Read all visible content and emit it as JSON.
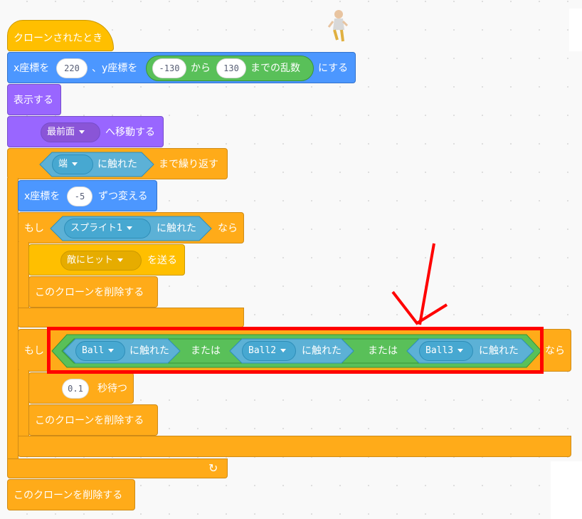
{
  "script": {
    "hat": {
      "label": "クローンされたとき"
    },
    "goto": {
      "pre": "x座標を",
      "x": "220",
      "mid": "、y座標を",
      "rand_from": "-130",
      "rand_mid": "から",
      "rand_to": "130",
      "rand_post": "までの乱数",
      "post": "にする"
    },
    "show": {
      "label": "表示する"
    },
    "layer": {
      "option": "最前面",
      "post": "へ移動する"
    },
    "repeat_until": {
      "option": "端",
      "touching": "に触れた",
      "post": "まで繰り返す"
    },
    "change_x": {
      "pre": "x座標を",
      "value": "-5",
      "post": "ずつ変える"
    },
    "if1": {
      "pre": "もし",
      "option": "スプライト1",
      "touching": "に触れた",
      "post": "なら"
    },
    "broadcast": {
      "option": "敵にヒット",
      "post": "を送る"
    },
    "delete1": {
      "label": "このクローンを削除する"
    },
    "if2": {
      "pre": "もし",
      "opt1": "Ball",
      "opt2": "Ball2",
      "opt3": "Ball3",
      "touching": "に触れた",
      "or": "または",
      "post": "なら"
    },
    "wait": {
      "value": "0.1",
      "post": "秒待つ"
    },
    "delete2": {
      "label": "このクローンを削除する"
    },
    "delete3": {
      "label": "このクローンを削除する"
    },
    "loop_arrow": "↻"
  },
  "highlight_color": "#ff0000"
}
